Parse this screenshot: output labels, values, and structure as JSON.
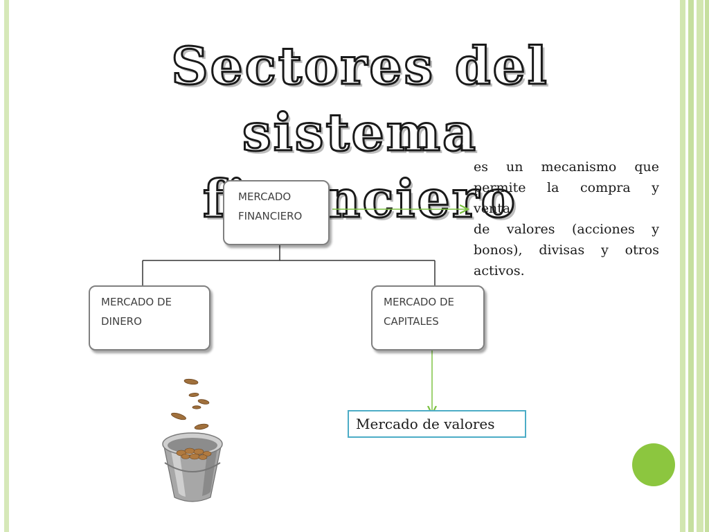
{
  "title": {
    "line1": "Sectores del sistema",
    "line2": "financiero"
  },
  "nodes": {
    "financiero": {
      "line1": "MERCADO",
      "line2": "FINANCIERO"
    },
    "dinero": {
      "line1": "MERCADO DE",
      "line2": "DINERO"
    },
    "capitales": {
      "line1": "MERCADO DE",
      "line2": "CAPITALES"
    }
  },
  "description": {
    "lines": [
      "es un mecanismo que",
      "permite la compra y",
      "venta",
      "de valores (acciones y",
      "bonos), divisas y otros",
      "activos."
    ]
  },
  "valores_label": "Mercado de valores",
  "colors": {
    "accent_green": "#8cc63f",
    "arrow_green": "#7dc242",
    "border_green": "#d2e6b0",
    "valores_border": "#4bacc6"
  },
  "icons": {
    "bucket": "bucket-of-coins-icon"
  }
}
